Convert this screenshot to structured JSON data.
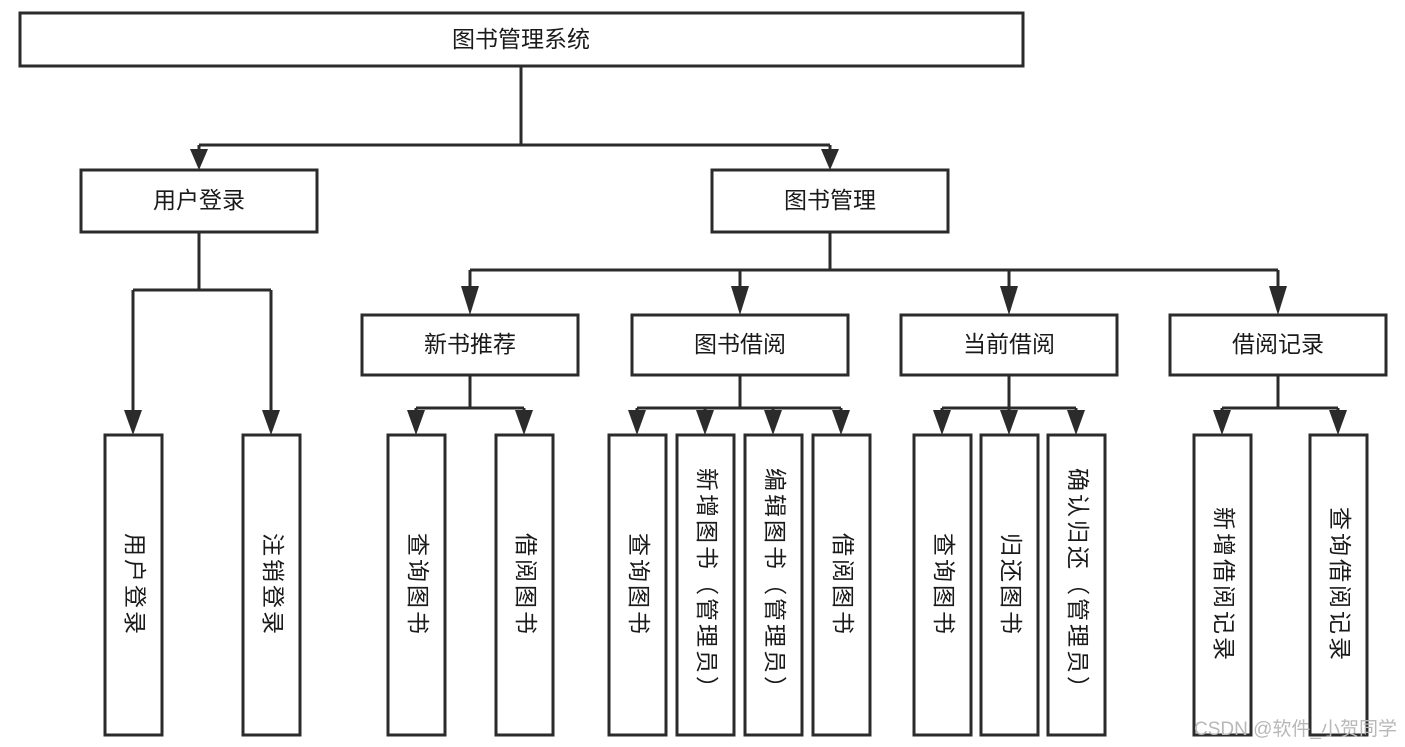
{
  "diagram": {
    "title": "图书管理系统",
    "type": "tree-hierarchy-diagram",
    "colors": {
      "box_stroke": "#2b2b2b",
      "box_fill": "#ffffff",
      "text": "#1a1a1a",
      "background": "#ffffff",
      "watermark": "#b8b8b8"
    },
    "root": {
      "label": "图书管理系统"
    },
    "level2": [
      {
        "label": "用户登录"
      },
      {
        "label": "图书管理"
      }
    ],
    "level3": [
      {
        "label": "新书推荐"
      },
      {
        "label": "图书借阅"
      },
      {
        "label": "当前借阅"
      },
      {
        "label": "借阅记录"
      }
    ],
    "leaves": {
      "user_login": [
        {
          "label": "用户登录"
        },
        {
          "label": "注销登录"
        }
      ],
      "new_book_recommend": [
        {
          "label": "查询图书"
        },
        {
          "label": "借阅图书"
        }
      ],
      "book_borrow": [
        {
          "label": "查询图书"
        },
        {
          "label": "新增图书（管理员）"
        },
        {
          "label": "编辑图书（管理员）"
        },
        {
          "label": "借阅图书"
        }
      ],
      "current_borrow": [
        {
          "label": "查询图书"
        },
        {
          "label": "归还图书"
        },
        {
          "label": "确认归还（管理员）"
        }
      ],
      "borrow_record": [
        {
          "label": "新增借阅记录"
        },
        {
          "label": "查询借阅记录"
        }
      ]
    }
  },
  "watermark": {
    "text": "CSDN @软件_小贺同学"
  }
}
